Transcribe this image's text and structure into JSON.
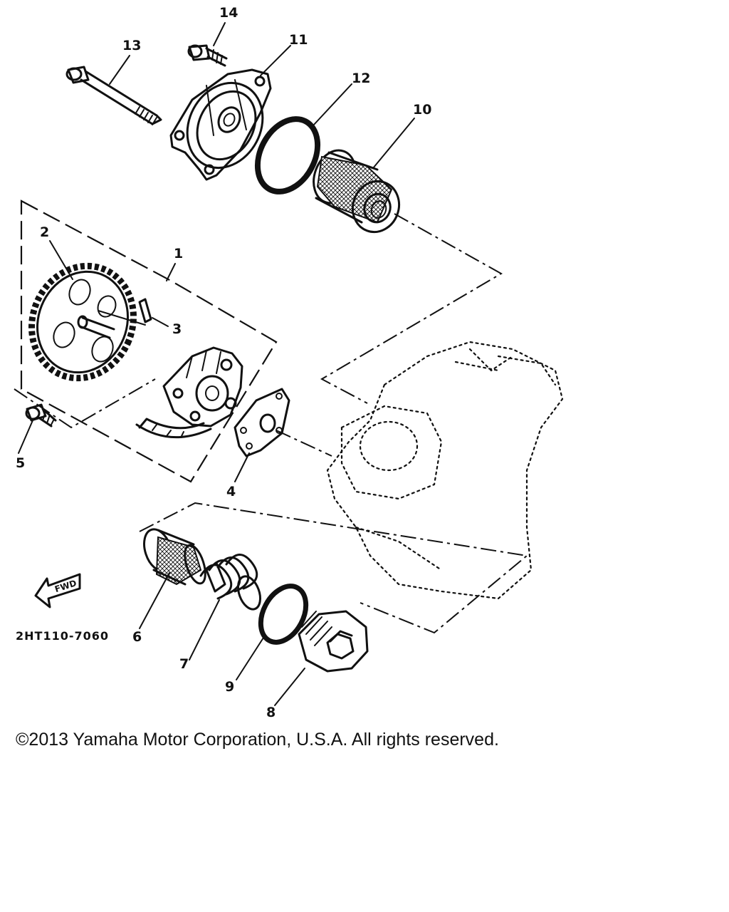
{
  "diagram": {
    "callouts": {
      "p1": "1",
      "p2": "2",
      "p3": "3",
      "p4": "4",
      "p5": "5",
      "p6": "6",
      "p7": "7",
      "p8": "8",
      "p9": "9",
      "p10": "10",
      "p11": "11",
      "p12": "12",
      "p13": "13",
      "p14": "14"
    },
    "fwd_label": "FWD",
    "diagram_code": "2HT110-7060"
  },
  "footer": {
    "copyright": "©2013 Yamaha Motor Corporation, U.S.A. All rights reserved."
  }
}
